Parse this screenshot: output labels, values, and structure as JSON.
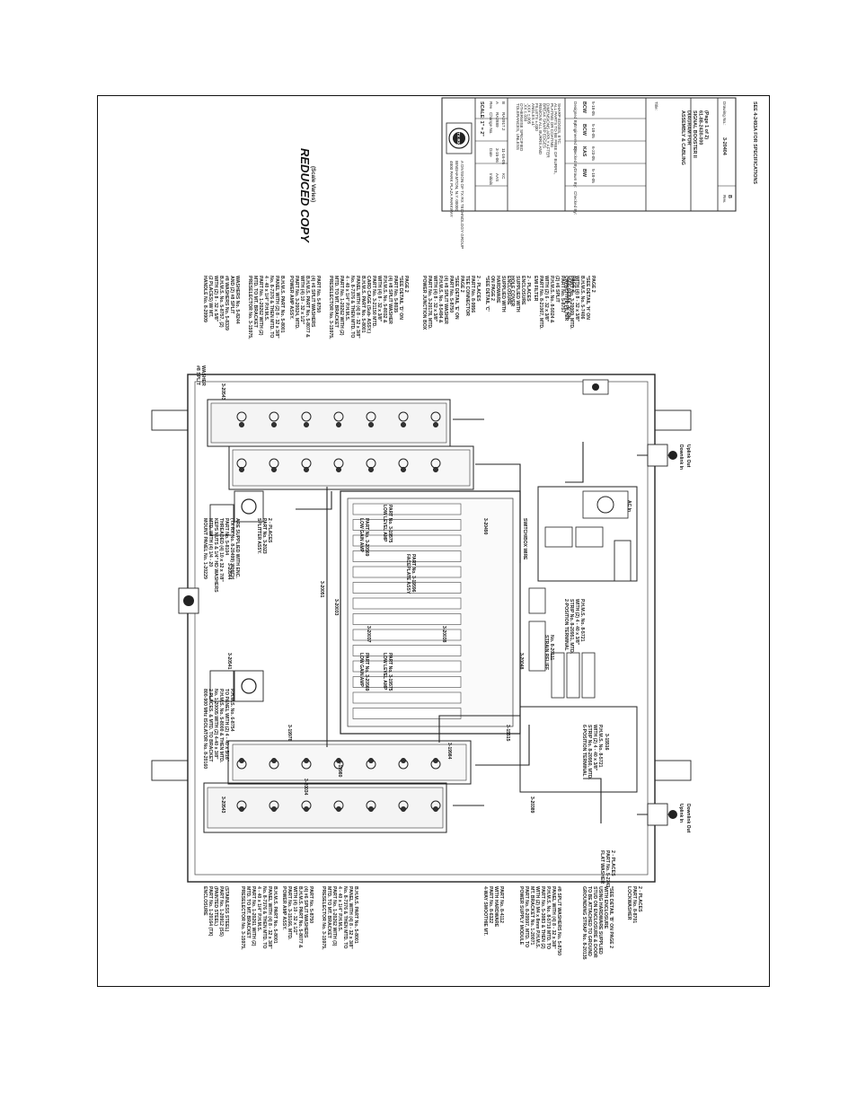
{
  "drawing": {
    "reduced_copy": "REDUCED COPY",
    "size_note": "(Scale Varies)",
    "footnote": "SEE 4-2493A FOR SPECIFICATIONS",
    "title_block": {
      "company_lines": [
        "4800 PARK PLAZA PARKWAY",
        "BINGHAMTON, N.Y. 00000"
      ],
      "company_sub": "A DIVISION OF TX RX TECHNOLOGY GROUP",
      "logo_text": "TX RX",
      "scale": "SCALE: 1\" = 2\"",
      "rev_headers": [
        "Rev",
        "Change No.",
        "Date",
        "Initials"
      ],
      "revisions": [
        {
          "rev": "A",
          "change": "RA2889",
          "date": "3-15-06",
          "init": "AAS"
        },
        {
          "rev": "B",
          "change": "RA2917.2",
          "date": "11-16-05",
          "init": "KC"
        }
      ],
      "tolerance_lines": [
        "TOLERANCES, UNLESS",
        "OTHERWISE SPECIFIED",
        ".XX     ±.030",
        ".XXX    ±.005",
        "ANGLES  ±1°",
        "FILLETS ±.030",
        "REMOVE ALL BURRS AND",
        "BREAK SHARP EDGES",
        "DIMENSIONS APPLY AFTER",
        "PLATING OR COATING",
        "ALL PARTS TO BE FREE OF BURRS,",
        "SHARP EDGES, ETC."
      ],
      "roles": [
        {
          "role": "Designed By:",
          "name": "BCW",
          "date": "5-18-05"
        },
        {
          "role": "Engineered By:",
          "name": "BCW",
          "date": "5-18-05"
        },
        {
          "role": "Checked By:",
          "name": "KAS",
          "date": "6-23-05"
        },
        {
          "role": "Drawn By:",
          "name": "BW",
          "date": "5-18-05"
        },
        {
          "role": "Checked By:",
          "name": "",
          "date": ""
        }
      ],
      "title_label": "Title:",
      "title_lines": [
        "ASSEMBLY & CABLING",
        "DIAGRAM FOR",
        "SIGNAL BOOSTER II",
        "61-88-2430-000",
        "(Page 1 of 2)"
      ],
      "drawing_no_label": "Drawing No.:",
      "drawing_no": "3-20404",
      "rev_label": "Rev.",
      "rev_value": "B"
    },
    "callouts": [
      {
        "id": "enclosure",
        "lines": [
          "ENCLOSURE",
          "PART No. 1-20164 (TX)",
          "(PAINTED STEEL)",
          "PART No. 1-20912 (SS)",
          "(STAINLESS STEEL)"
        ]
      },
      {
        "id": "preselector-left",
        "lines": [
          "PRESELECTOR No. 3-15975,",
          "MTD. TO MT. BRACKET",
          "PART No. 1-20261 WITH (2)",
          "4 - 40 x 1/4\" P.H.M.S.",
          "No. 8-7376 & THEN MTD. TO",
          "PANEL WITH (4) 8 - 32 x 3/8\"",
          "B.H.M.S. PART No. 5-8001"
        ]
      },
      {
        "id": "power-amp-left",
        "lines": [
          "POWER AMP ASSY.",
          "PART No. 3-15166, MTD.",
          "WITH (4) 10 - 32 x 1/2\"",
          "B.H.M.S. PART No. 5-8077 &",
          "(4) #6 SPLIT WASHERS",
          "PART No. 5-8750"
        ]
      },
      {
        "id": "preselector-lower",
        "lines": [
          "PRESELECTOR No. 3-15975,",
          "MTD. TO MT. BRACKET",
          "PART No. 1-20262 WITH (3)",
          "4 - 40 x 1/4\" P.H.M.S.",
          "No. 8-7376 & THEN MTD. TO",
          "PANEL WITH (4) 8 - 32 x 3/8\"",
          "B.H.M.S. PART No. 5-8001"
        ]
      },
      {
        "id": "ferrite-isolator",
        "lines": [
          "800-900 MHz ISOLATOR No. 8-20160",
          "2 PLACES. & MTD. TO BRACKET",
          "No. 1-20005 WITH (2) 4-40 x 3/8\"",
          "P.H.M.S. No. 5-8000 & THEN MTD.",
          "TO PANEL WITH (2) 4 - 40 x 5/16\"",
          "P.H.M.S. No. 6-8754"
        ]
      },
      {
        "id": "mount-panel",
        "lines": [
          "MOUNT PANEL No. 1-20229",
          "MTD. WITH (4) 1/4 - 20",
          "KEPS NUTS & 1/4\" HD WASHERS",
          "THREADED (4) 10 x 32 x 7/8\"",
          "PART No. 5-8104",
          "(TX RX No. 8-20499) WHICH",
          "ARE SUPPLIED WITH ENC."
        ]
      },
      {
        "id": "handle-bar",
        "lines": [
          "HANDLE No. 8-20909",
          "(2 PLACES) W/ MT.",
          "WITH (2) 8 - 32 x 5/8\"",
          "B.H.M.S. No. 5-8757, (2)",
          "#8 WASHERS No. 5-8339",
          "AND (2) #8 SPLIT",
          "WASHERS No. 5-8244"
        ]
      },
      {
        "id": "preselector-right",
        "lines": [
          "PRESELECTOR No. 3-15975,",
          "MTD. TO MT. BRACKET",
          "PART No. 1-20262 WITH (2)",
          "4 - 40 x 1/4\" P.H.M.S.",
          "No. 8-7376 & THEN MTD. TO",
          "PANEL WITH (2) 8 - 32 x 3/8\"",
          "B.H.M.S. PART No. 5-8001"
        ]
      },
      {
        "id": "power-amp-right",
        "lines": [
          "POWER AMP ASSY.",
          "PART No. 3-20024, MTD.",
          "WITH (4) 10 - 32 x 1/2\"",
          "B.H.M.S. PART No. 5-8077 &",
          "(4) #6 SPLIT WASHERS",
          "PART No. 5-8750"
        ]
      },
      {
        "id": "preselector-right-2",
        "lines": [
          "PRESELECTOR No. 3-15975,",
          "MTD. TO MT. BRACKET",
          "PART No. 1-20262 WITH (2)",
          "4 - 40 x 1/4\" P.H.M.S.",
          "No. 8-7376 & THEN MTD. TO",
          "PANEL WITH (4) 8 - 32 x 3/8\"",
          "B.H.M.S. PART No. 5-8001"
        ]
      },
      {
        "id": "card-cage",
        "lines": [
          "CARD CAGE (Sub- ASSY.)",
          "PART No. 3-21150 MTD.",
          "WITH (4) 8 - 32 x 3/8\"",
          "P.H.M.S. No. 5-8032 &",
          "(4) #8 SPLIT WASHER",
          "PART No. 5-8035",
          "*SEE DETAIL 'D' ON",
          "PAGE 2"
        ]
      },
      {
        "id": "junction-box",
        "lines": [
          "POWER JUNCTION BOX",
          "PART No. 3-20178, MTD.",
          "WITH (4) 8 - 32 x 3/8\"",
          "P.H.M.S. No. 8-5494 &",
          "(4) #8 SPLIT WASHER",
          "PART No. 5-8750",
          "*SEE DETAIL 'E' ON",
          "PAGE 2"
        ]
      },
      {
        "id": "tee-connector",
        "lines": [
          "TEE CONNECTOR",
          "PART No. 8-9956",
          "2 - PLACES"
        ]
      },
      {
        "id": "detail-c",
        "lines": [
          "*SEE DETAIL 'C'",
          "ON PAGE 2",
          "HARDWARE",
          "SUPPLIED WITH",
          "ENCLOSURE"
        ]
      },
      {
        "id": "hole-cover",
        "lines": [
          "HOLE COVER",
          "SUPPLIED WITH",
          "ENCLOSURE",
          "2 - PLACES"
        ]
      },
      {
        "id": "emi-filter",
        "lines": [
          "EMI FILTER",
          "PART No. 8-21067, MTD.",
          "WITH (2) 6 - 32 x 3/8\"",
          "P.H.M.S. No. 8-5024 &",
          "(2) #6 SPLIT",
          "PART No. 5-8757",
          "*SEE DETAIL 'F' ON",
          "PAGE 2"
        ]
      },
      {
        "id": "capacitive-filter",
        "lines": [
          "CAPACITIVE FILTER",
          "PART No. 3-20069, MTD.",
          "WITH (4) 8 - 32 x 3/8\"",
          "B.H.M.S. No. 5-7406",
          "*SEE DETAIL 'H' ON",
          "PAGE 2"
        ]
      },
      {
        "id": "strain-relief",
        "lines": [
          "STRAIN RELIEF",
          "No. 8-20111"
        ]
      },
      {
        "id": "terminal-2pos",
        "lines": [
          "2-POSITION TERMINAL",
          "STRIP No. 8-20951, MTD.",
          "WITH (2) 4 - 40 x 3/8\"",
          "P.H.M.S. No. 8-5721"
        ]
      },
      {
        "id": "terminal-6pos",
        "lines": [
          "6-POSITION TERMINAL",
          "STRIP No. 8-20950, MTD.",
          "WITH (2) 4 - 40 x 3/8\"",
          "P.H.M.S. No. 8-5721"
        ]
      },
      {
        "id": "flat-washer",
        "lines": [
          "FLAT WASHER",
          "PART No. 5-2743",
          "2 - PLACES"
        ]
      },
      {
        "id": "lockwasher",
        "lines": [
          "LOCKWASHER",
          "PART No. 8-8701",
          "2 - PLACES"
        ]
      },
      {
        "id": "grounding-strap",
        "lines": [
          "GROUNDING STRAP No. 8-20135",
          "TO BE ATTACHED TO GROUND",
          "STUD ON ENCLOSURE & DOOR",
          "USING HARDWARE SUPPLIED",
          "WITH ENCLOSURE",
          "*SEE DETAIL 'B' ON PAGE 2"
        ]
      },
      {
        "id": "power-supply",
        "lines": [
          "POWER SUPPLY MODULE",
          "PART No. 8-20597, MTD. TO",
          "MT. BRACKET No. 1-20071",
          "WITH (2) M4 x 8mm P.H.M.S.",
          "PART No. 5-3083 & THEN (2)",
          "P.H.M.S. No. 8-5710 MTD. TO",
          "PANEL WITH (4) 8 - 32 x 3/8\"",
          "#8 SPLIT WASHERS No. 5-8750"
        ]
      },
      {
        "id": "splitter",
        "lines": [
          "4-WAY SMOOTHIE MT.",
          "PART No. 8-6322",
          "WITH HARDWARE",
          "PART No. 8-4112"
        ]
      },
      {
        "id": "washer-top",
        "lines": [
          "#8 SPLIT",
          "WASHER"
        ]
      }
    ],
    "component_labels": {
      "cable_left_top": "3-20543",
      "cable_left_mid": "3-20543",
      "cable_mid": "3-20051",
      "cable_a": "3-19978",
      "cable_b": "3-19980",
      "cable_c": "3-20034",
      "cable_d": "3-20033",
      "cable_e": "3-20037",
      "cable_f": "3-20038",
      "cable_g": "3-19984",
      "cable_h": "3-20490",
      "cable_i": "3-15515",
      "cable_j": "3-15516",
      "cable_k": "3-20048",
      "cable_l": "3-20389",
      "cable_m": "3-20544",
      "cable_n": "3-20541",
      "module_low_gain": "LOW GAIN AMP",
      "module_low_gain_part": "PART No. 3-20569",
      "module_faceplate": "FACEPLATE ASSY",
      "module_faceplate_part": "PART No. 3-19596",
      "module_low_level": "LOW LEVEL AMP",
      "module_low_level_part": "PART No. 3-19575",
      "module_low_level_2": "LOW LEVEL AMP",
      "module_low_level_2_part": "PART No. 3-19575",
      "module_low_gain_2": "LOW GAIN AMP",
      "module_low_gain_2_part": "PART No. 3-20569",
      "port_downlink_in": "Downlink In",
      "port_uplink_out": "Uplink Out",
      "port_uplink_in": "Uplink In",
      "port_downlink_out": "Downlink Out",
      "ac_in": "AC In",
      "swbox": "SWITCH/BOX WIRE",
      "splitter_assy": "SPLITTER ASSY.",
      "splitter_assy_part": "PART No. 3-2023",
      "splitter_assy_places": "2 - PLACES"
    }
  }
}
